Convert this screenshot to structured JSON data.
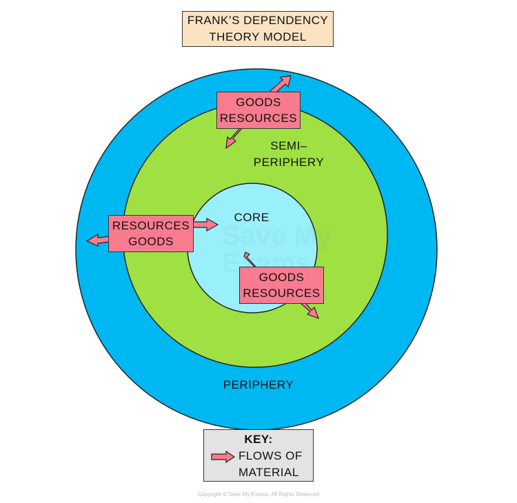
{
  "title": {
    "line1": "FRANK’S DEPENDENCY",
    "line2": "THEORY MODEL"
  },
  "rings": {
    "core": {
      "label": "CORE",
      "color": "#99f0fb"
    },
    "semi_periphery": {
      "label_line1": "SEMI–",
      "label_line2": "PERIPHERY",
      "color": "#9fe043"
    },
    "periphery": {
      "label": "PERIPHERY",
      "color": "#00b8f1"
    }
  },
  "flows": {
    "top": {
      "line1": "GOODS",
      "line2": "RESOURCES"
    },
    "left": {
      "line1": "RESOURCES",
      "line2": "GOODS"
    },
    "right": {
      "line1": "GOODS",
      "line2": "RESOURCES"
    },
    "box_color": "#f87b8f"
  },
  "key": {
    "title": "KEY:",
    "line1": "FLOWS OF",
    "line2": "MATERIAL"
  },
  "watermark": {
    "line1": "Save My",
    "line2": "Exams"
  },
  "copyright": "Copyright © Save My Exams. All Rights Reserved"
}
